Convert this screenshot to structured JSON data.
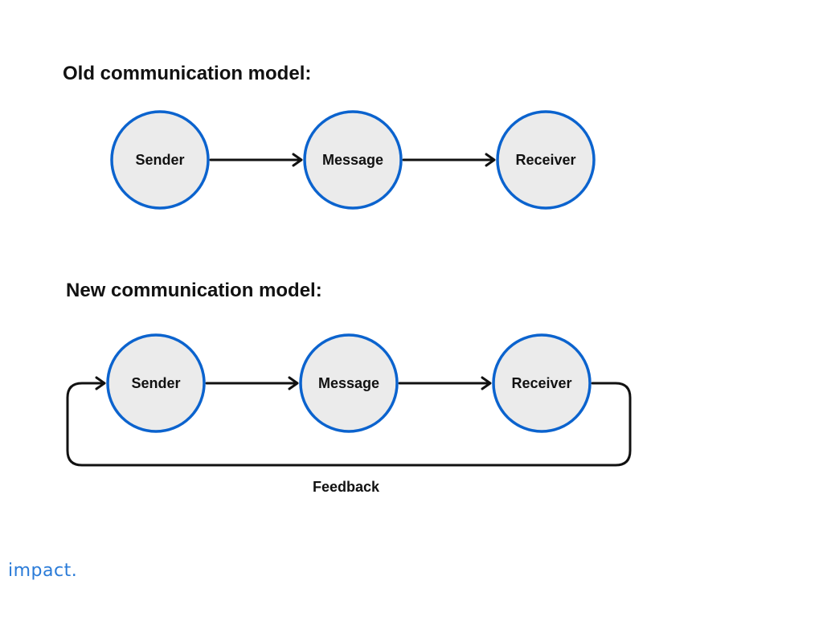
{
  "old_model": {
    "title": "Old communication model:",
    "nodes": [
      "Sender",
      "Message",
      "Receiver"
    ]
  },
  "new_model": {
    "title": "New communication model:",
    "nodes": [
      "Sender",
      "Message",
      "Receiver"
    ],
    "feedback_label": "Feedback"
  },
  "logo": {
    "text": "impact."
  },
  "colors": {
    "node_fill": "#ebebeb",
    "node_stroke": "#0b63ce",
    "edge": "#111111",
    "logo": "#2a7bd8"
  }
}
